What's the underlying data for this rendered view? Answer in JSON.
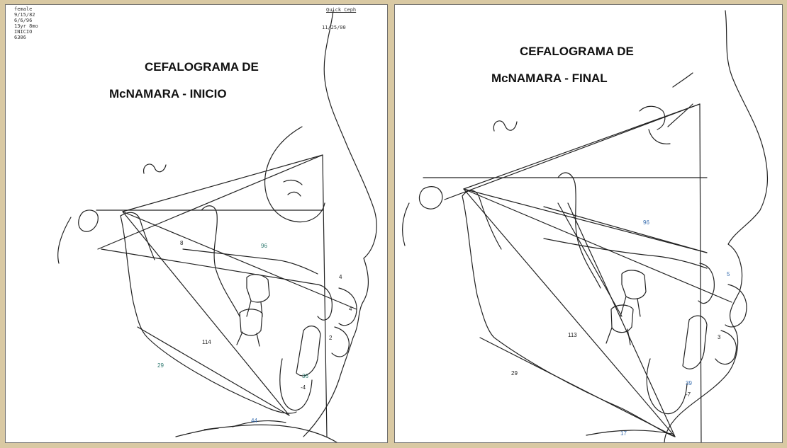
{
  "left": {
    "title_line1": "CEFALOGRAMA DE",
    "title_line2": "McNAMARA - INICIO",
    "patient": [
      "female",
      "9/15/82",
      "6/6/96",
      "13yr 8mo",
      "INICIO",
      "6306"
    ],
    "header_right": "Quick Ceph",
    "date": "11/25/00",
    "measurements": {
      "m8": "8",
      "m96": "96",
      "m114": "114",
      "m29": "29",
      "m4": "4",
      "m2": "2",
      "m4b": "4",
      "m36": "36",
      "m_4": "-4",
      "m44": "44"
    }
  },
  "right": {
    "title_line1": "CEFALOGRAMA DE",
    "title_line2": "McNAMARA - FINAL",
    "measurements": {
      "m96": "96",
      "m5": "5",
      "m113": "113",
      "m29": "29",
      "m3": "3",
      "m39": "39",
      "m_7": "-7",
      "m17": "17"
    }
  }
}
